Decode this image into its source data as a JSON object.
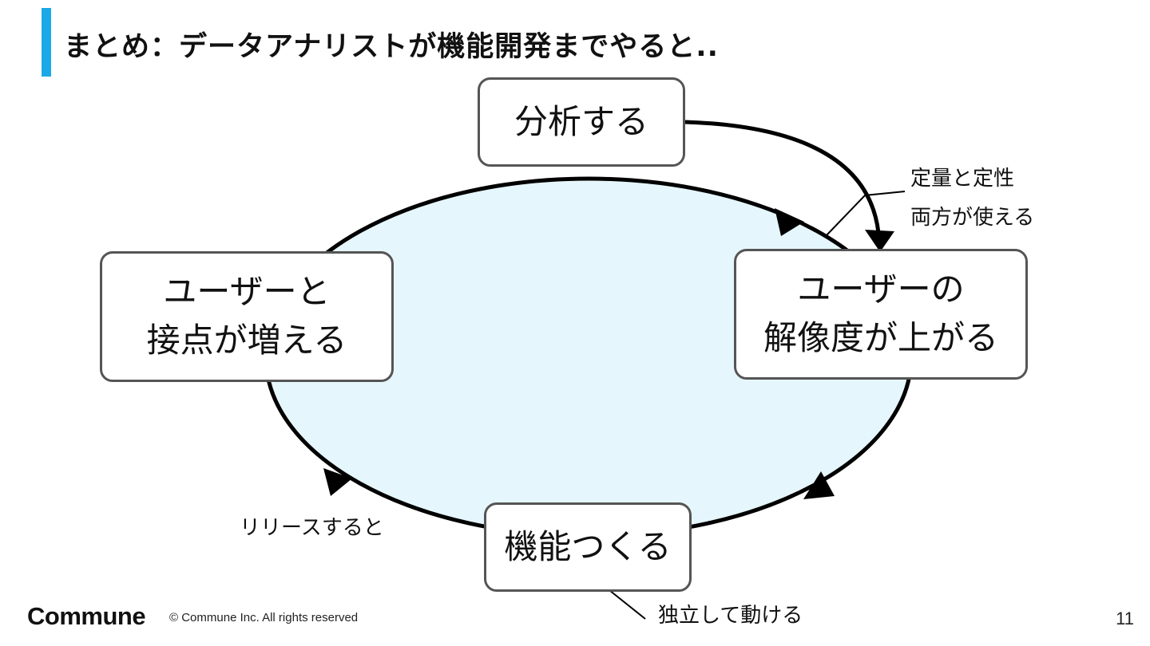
{
  "title": "まとめ：データアナリストが機能開発までやると..",
  "colors": {
    "accent": "#1aa9e6",
    "ellipse_fill": "#e5f6fc"
  },
  "nodes": {
    "analyze": "分析する",
    "resolution": "ユーザーの\n解像度が上がる",
    "build": "機能つくる",
    "touchpoints": "ユーザーと\n接点が増える"
  },
  "annotations": {
    "quant_qual_line1": "定量と定性",
    "quant_qual_line2": "両方が使える",
    "on_release": "リリースすると",
    "independent": "独立して動ける"
  },
  "footer": {
    "logo": "Commune",
    "copyright": "© Commune Inc. All rights reserved",
    "page_number": "11"
  }
}
